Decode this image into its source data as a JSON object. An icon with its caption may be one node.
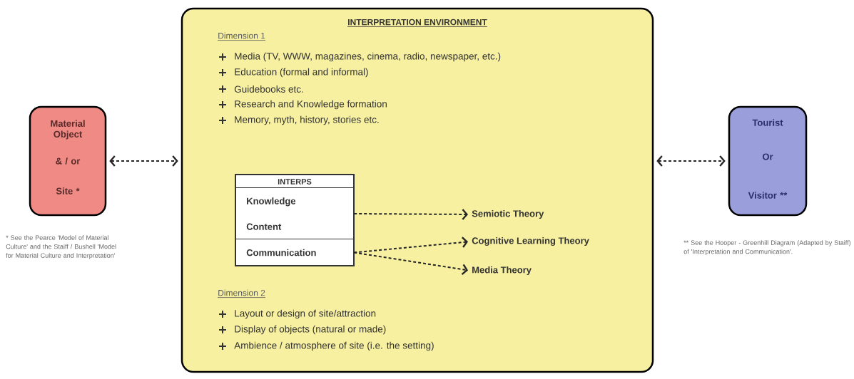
{
  "diagram": {
    "nodes": [
      {
        "text": [
          "Material Object",
          "& / or",
          "Site *"
        ],
        "beside": [
          "* See the Pearce 'Model of Material Culture' and the Staiff / Bushell 'Model for Material Culture and Interpretation'"
        ]
      },
      {
        "text": [
          "INTERPRETATION ENVIRONMENT",
          "Dimension 1",
          "Media (TV, WWW, magazines, cinema, radio, newspaper, etc.)",
          "Education (formal and informal)",
          "Guidebooks etc.",
          "Research and Knowledge formation",
          "Memory, myth, history, stories etc.",
          "Dimension 2",
          "Layout or design of site/attraction",
          "Display of objects (natural or made)",
          "Ambience / atmosphere of site (i.e. the setting)"
        ]
      },
      {
        "text": [
          "INTERPS"
        ],
        "in": 1
      },
      {
        "text": [
          "Knowledge Content"
        ],
        "in": 1
      },
      {
        "text": [
          "Communication"
        ],
        "in": 1
      },
      {
        "text": [
          "Semiotic Theory"
        ],
        "in": 1
      },
      {
        "text": [
          "Cognitive Learning Theory"
        ],
        "in": 1
      },
      {
        "text": [
          "Media Theory"
        ],
        "in": 1
      },
      {
        "text": [
          "Tourist",
          "Or",
          "Visitor **"
        ],
        "beside": [
          "** See the Hooper - Greenhill Diagram (Adapted by Staiff) of 'Interpretation and Communication'."
        ]
      }
    ],
    "edges": [
      {
        "from": 0,
        "to": 1,
        "arrow": "both"
      },
      {
        "from": 1,
        "to": 8,
        "arrow": "both"
      },
      {
        "from": 3,
        "to": 5,
        "arrow": "to"
      },
      {
        "from": 4,
        "to": 6,
        "arrow": "to"
      },
      {
        "from": 4,
        "to": 7,
        "arrow": "to"
      }
    ]
  }
}
